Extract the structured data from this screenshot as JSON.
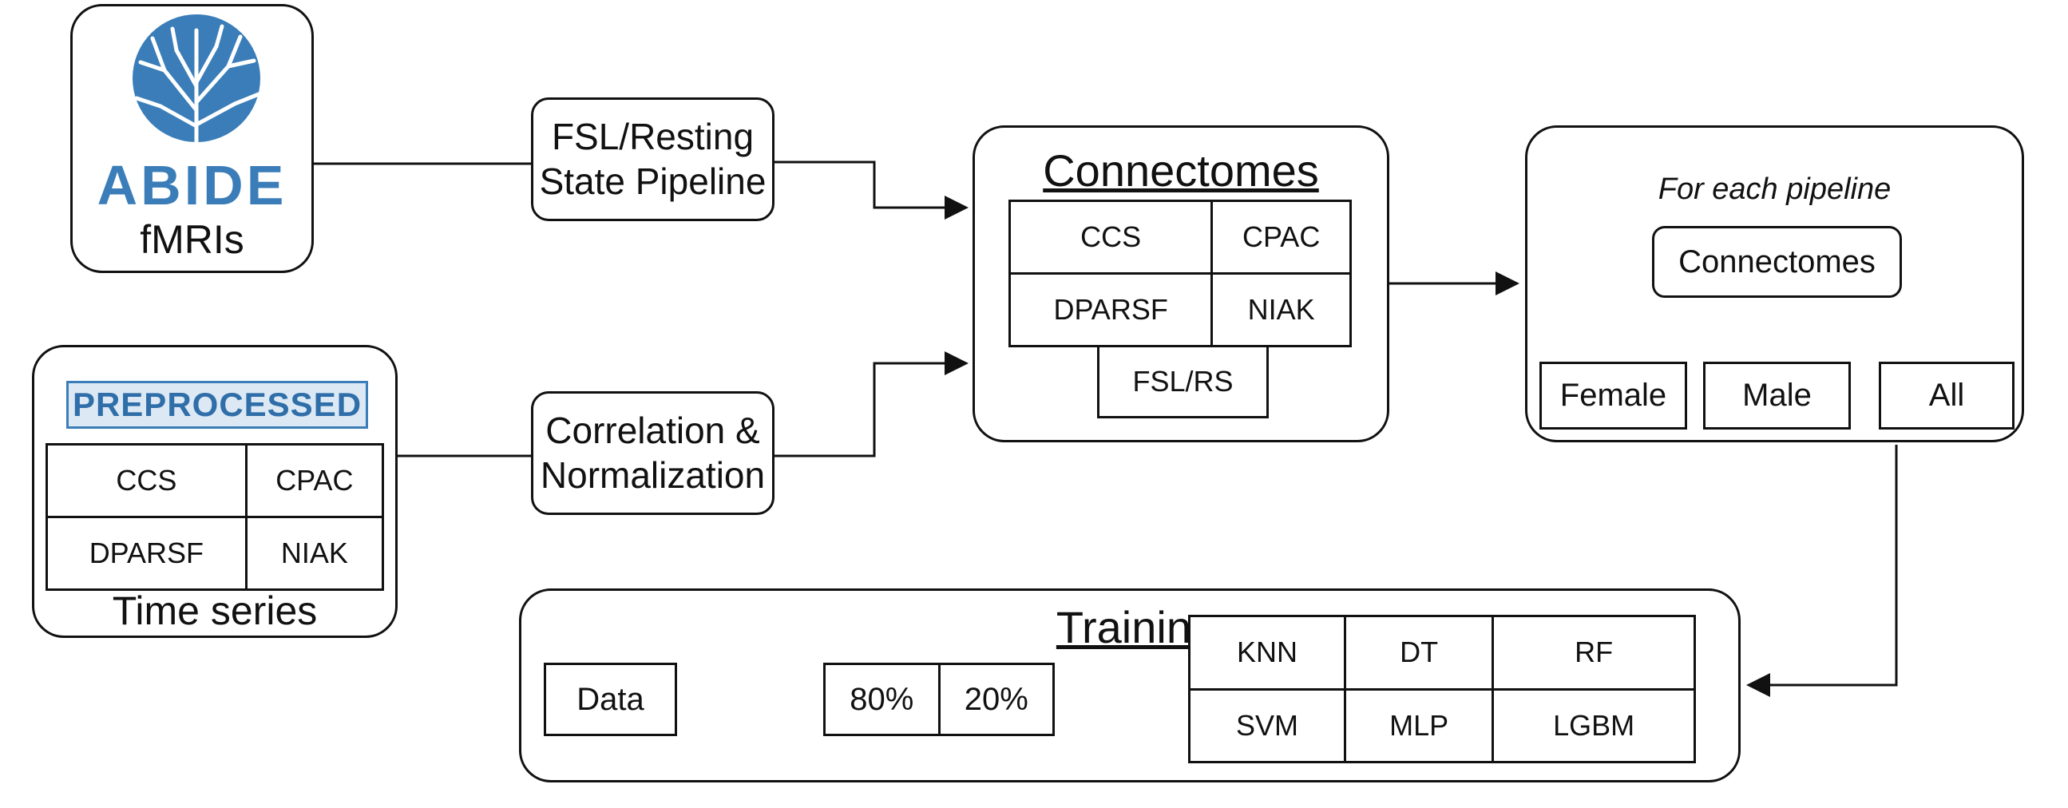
{
  "abide": {
    "logo_text": "ABIDE",
    "caption": "fMRIs"
  },
  "preprocessed": {
    "stamp": "PREPROCESSED",
    "cells": [
      "CCS",
      "CPAC",
      "DPARSF",
      "NIAK"
    ],
    "caption": "Time series"
  },
  "steps": {
    "fsl_line1": "FSL/Resting",
    "fsl_line2": "State Pipeline",
    "corr_line1": "Correlation &",
    "corr_line2": "Normalization"
  },
  "connectomes": {
    "title": "Connectomes",
    "cells": [
      "CCS",
      "CPAC",
      "DPARSF",
      "NIAK"
    ],
    "extra": "FSL/RS"
  },
  "per_pipeline": {
    "heading": "For each pipeline",
    "root": "Connectomes",
    "children": [
      "Female",
      "Male",
      "All"
    ]
  },
  "training": {
    "title": "Training",
    "data_label": "Data",
    "split": [
      "80%",
      "20%"
    ],
    "models": [
      [
        "KNN",
        "DT",
        "RF"
      ],
      [
        "SVM",
        "MLP",
        "LGBM"
      ]
    ]
  },
  "colors": {
    "logo_blue": "#3a7db8",
    "stroke": "#111111"
  }
}
